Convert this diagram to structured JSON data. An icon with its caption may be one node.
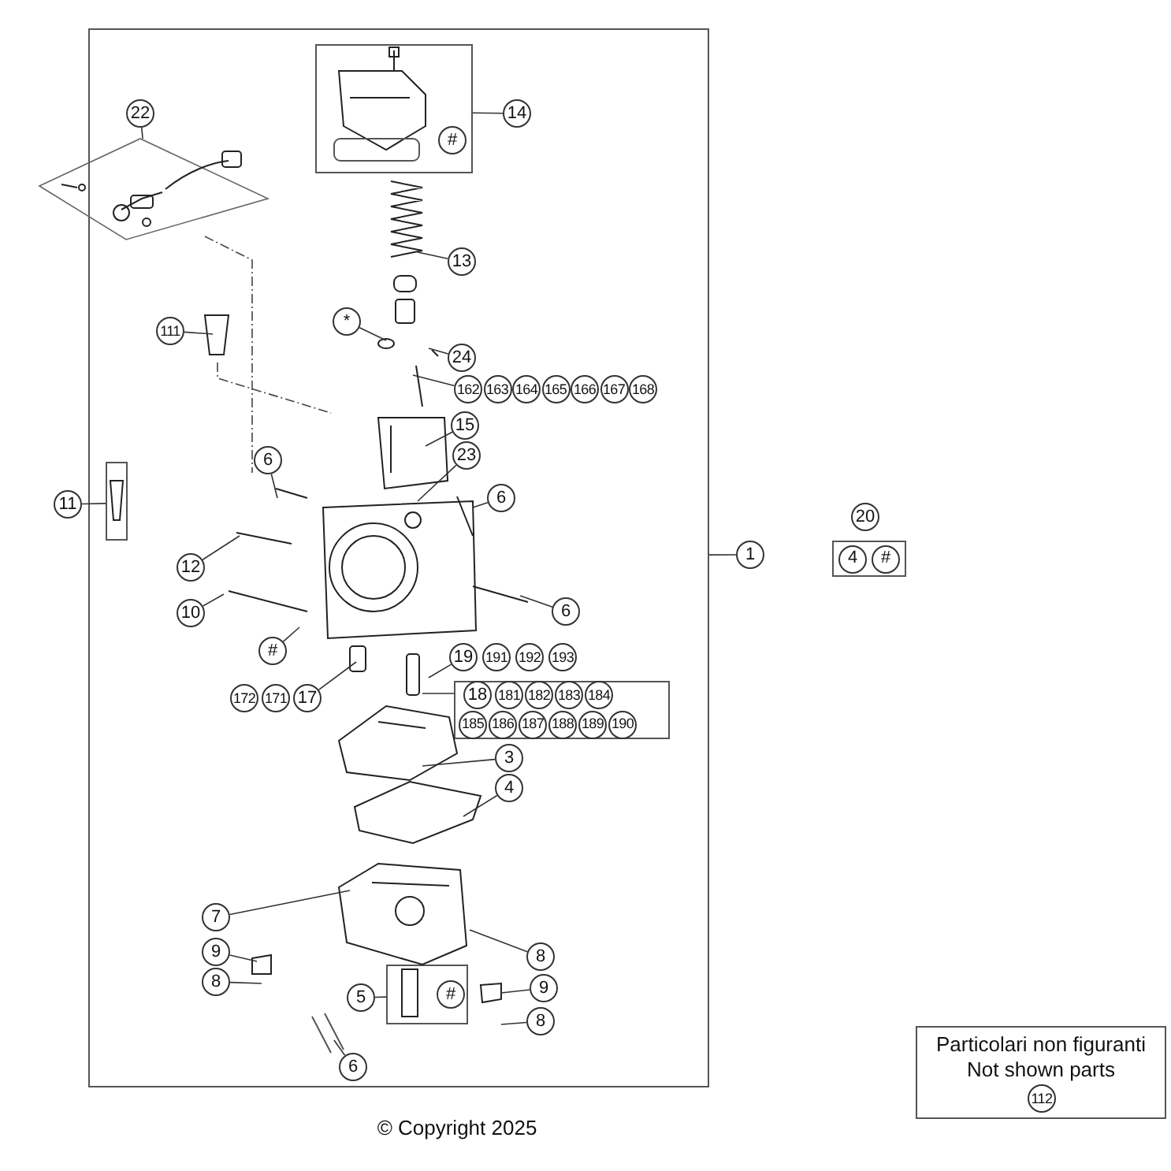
{
  "diagram": {
    "caption": "© Copyright 2025",
    "nodes": [
      {
        "text": [],
        "shape": "box"
      },
      {
        "text": [],
        "shape": "box"
      },
      {
        "text": [
          "22"
        ],
        "in": 0
      },
      {
        "text": [],
        "shape": "box",
        "in": 0
      },
      {
        "text": [
          "#"
        ],
        "in": 3
      },
      {
        "text": [
          "14"
        ],
        "in": 0
      },
      {
        "text": [
          "13"
        ],
        "in": 0
      },
      {
        "text": [
          "*"
        ],
        "in": 0
      },
      {
        "text": [
          "24"
        ],
        "in": 0
      },
      {
        "text": [
          "162"
        ],
        "in": 0
      },
      {
        "text": [
          "163"
        ],
        "in": 0
      },
      {
        "text": [
          "164"
        ],
        "in": 0
      },
      {
        "text": [
          "165"
        ],
        "in": 0
      },
      {
        "text": [
          "166"
        ],
        "in": 0
      },
      {
        "text": [
          "167"
        ],
        "in": 0
      },
      {
        "text": [
          "168"
        ],
        "in": 0
      },
      {
        "text": [
          "111"
        ],
        "in": 0
      },
      {
        "text": [
          "15"
        ],
        "in": 0
      },
      {
        "text": [
          "23"
        ],
        "in": 0
      },
      {
        "text": [
          "6"
        ],
        "in": 0
      },
      {
        "text": [
          "6"
        ],
        "in": 0
      },
      {
        "text": [],
        "shape": "box",
        "in": 0
      },
      {
        "text": [
          "11"
        ]
      },
      {
        "text": [
          "12"
        ],
        "in": 0
      },
      {
        "text": [
          "1"
        ]
      },
      {
        "text": [],
        "shape": "box"
      },
      {
        "text": [
          "20"
        ]
      },
      {
        "text": [
          "4"
        ],
        "in": 25
      },
      {
        "text": [
          "#"
        ],
        "in": 25
      },
      {
        "text": [
          "10"
        ],
        "in": 0
      },
      {
        "text": [
          "6"
        ],
        "in": 0
      },
      {
        "text": [
          "#"
        ],
        "in": 0
      },
      {
        "text": [
          "19"
        ],
        "in": 0
      },
      {
        "text": [
          "191"
        ],
        "in": 0
      },
      {
        "text": [
          "192"
        ],
        "in": 0
      },
      {
        "text": [
          "193"
        ],
        "in": 0
      },
      {
        "text": [],
        "shape": "box",
        "in": 0
      },
      {
        "text": [
          "18"
        ],
        "in": 36
      },
      {
        "text": [
          "181"
        ],
        "in": 36
      },
      {
        "text": [
          "182"
        ],
        "in": 36
      },
      {
        "text": [
          "183"
        ],
        "in": 36
      },
      {
        "text": [
          "184"
        ],
        "in": 36
      },
      {
        "text": [
          "185"
        ],
        "in": 36
      },
      {
        "text": [
          "186"
        ],
        "in": 36
      },
      {
        "text": [
          "187"
        ],
        "in": 36
      },
      {
        "text": [
          "188"
        ],
        "in": 36
      },
      {
        "text": [
          "189"
        ],
        "in": 36
      },
      {
        "text": [
          "190"
        ],
        "in": 36
      },
      {
        "text": [
          "172"
        ],
        "in": 0
      },
      {
        "text": [
          "171"
        ],
        "in": 0
      },
      {
        "text": [
          "17"
        ],
        "in": 0
      },
      {
        "text": [
          "3"
        ],
        "in": 0
      },
      {
        "text": [
          "4"
        ],
        "in": 0
      },
      {
        "text": [
          "7"
        ],
        "in": 0
      },
      {
        "text": [
          "9"
        ],
        "in": 0
      },
      {
        "text": [
          "8"
        ],
        "in": 0
      },
      {
        "text": [
          "8"
        ],
        "in": 0
      },
      {
        "text": [],
        "shape": "box",
        "in": 0
      },
      {
        "text": [
          "#"
        ],
        "in": 57
      },
      {
        "text": [
          "5"
        ],
        "in": 0
      },
      {
        "text": [
          "9"
        ],
        "in": 0
      },
      {
        "text": [
          "8"
        ],
        "in": 0
      },
      {
        "text": [
          "6"
        ],
        "in": 0
      },
      {
        "text": [
          "Particolari non figuranti",
          "Not shown parts"
        ]
      },
      {
        "text": [
          "112"
        ],
        "in": 63
      }
    ],
    "edges": [
      {
        "from": 2,
        "to": 1,
        "arrow": "none"
      },
      {
        "from": 5,
        "to": 3,
        "arrow": "none"
      },
      {
        "from": 6,
        "to": null,
        "arrow": "none"
      },
      {
        "from": 7,
        "to": null,
        "arrow": "none"
      },
      {
        "from": 8,
        "to": null,
        "arrow": "none"
      },
      {
        "from": 9,
        "to": null,
        "arrow": "none"
      },
      {
        "from": 16,
        "to": null,
        "arrow": "none"
      },
      {
        "from": 17,
        "to": null,
        "arrow": "none"
      },
      {
        "from": 18,
        "to": null,
        "arrow": "none"
      },
      {
        "from": 19,
        "to": null,
        "arrow": "none"
      },
      {
        "from": 20,
        "to": null,
        "arrow": "none"
      },
      {
        "from": 22,
        "to": 21,
        "arrow": "none"
      },
      {
        "from": 23,
        "to": null,
        "arrow": "none"
      },
      {
        "from": 24,
        "to": 0,
        "arrow": "none"
      },
      {
        "from": 29,
        "to": null,
        "arrow": "none"
      },
      {
        "from": 30,
        "to": null,
        "arrow": "none"
      },
      {
        "from": 31,
        "to": null,
        "arrow": "none"
      },
      {
        "from": 32,
        "to": null,
        "arrow": "none"
      },
      {
        "from": 36,
        "to": null,
        "arrow": "none"
      },
      {
        "from": 50,
        "to": null,
        "arrow": "none"
      },
      {
        "from": 51,
        "to": null,
        "arrow": "none"
      },
      {
        "from": 52,
        "to": null,
        "arrow": "none"
      },
      {
        "from": 53,
        "to": null,
        "arrow": "none"
      },
      {
        "from": 54,
        "to": null,
        "arrow": "none"
      },
      {
        "from": 55,
        "to": null,
        "arrow": "none"
      },
      {
        "from": 56,
        "to": null,
        "arrow": "none"
      },
      {
        "from": 59,
        "to": 57,
        "arrow": "none"
      },
      {
        "from": 60,
        "to": null,
        "arrow": "none"
      },
      {
        "from": 61,
        "to": null,
        "arrow": "none"
      },
      {
        "from": 62,
        "to": null,
        "arrow": "none"
      }
    ]
  }
}
